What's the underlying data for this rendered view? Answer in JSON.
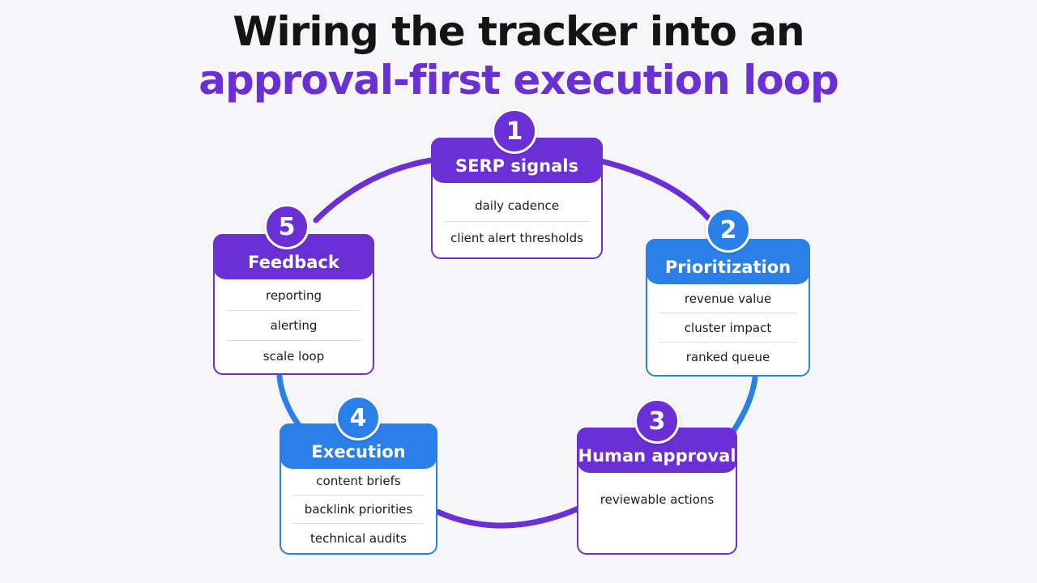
{
  "title": {
    "line1": "Wiring the tracker into an",
    "line2": "approval-first execution loop"
  },
  "colors": {
    "purple": "#6b2fd6",
    "blue": "#2a7fe8",
    "title_dark": "#141414"
  },
  "steps": [
    {
      "number": "1",
      "title": "SERP signals",
      "color": "purple",
      "items": [
        "daily cadence",
        "client alert thresholds"
      ]
    },
    {
      "number": "2",
      "title": "Prioritization",
      "color": "blue",
      "items": [
        "revenue value",
        "cluster impact",
        "ranked queue"
      ]
    },
    {
      "number": "3",
      "title": "Human approval",
      "color": "purple",
      "items": [
        "reviewable actions"
      ]
    },
    {
      "number": "4",
      "title": "Execution",
      "color": "blue",
      "items": [
        "content briefs",
        "backlink priorities",
        "technical audits"
      ]
    },
    {
      "number": "5",
      "title": "Feedback",
      "color": "purple",
      "items": [
        "reporting",
        "alerting",
        "scale loop"
      ]
    }
  ]
}
